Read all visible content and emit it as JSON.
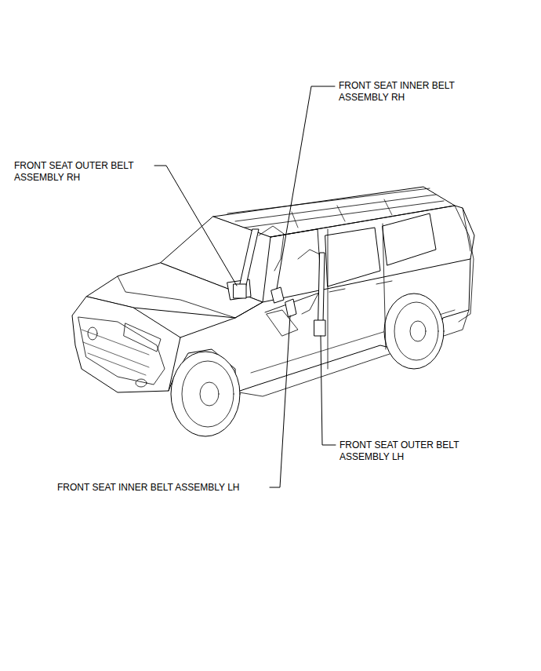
{
  "diagram": {
    "labels": [
      "FRONT SEAT INNER BELT ASSEMBLY RH",
      "FRONT SEAT OUTER BELT ASSEMBLY RH",
      "FRONT SEAT OUTER BELT ASSEMBLY LH",
      "FRONT SEAT INNER BELT ASSEMBLY LH"
    ]
  }
}
